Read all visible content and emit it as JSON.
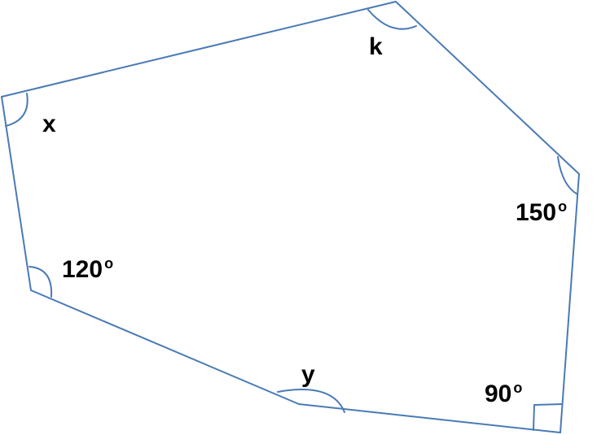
{
  "diagram": {
    "stroke_color": "#4a7ab5",
    "text_color": "#000000",
    "angles": {
      "x": {
        "label": "x",
        "sup": ""
      },
      "k": {
        "label": "k",
        "sup": ""
      },
      "a150": {
        "label": "150",
        "sup": "o"
      },
      "a90": {
        "label": "90",
        "sup": "o"
      },
      "y": {
        "label": "y",
        "sup": ""
      },
      "a120": {
        "label": "120",
        "sup": "o"
      }
    }
  }
}
